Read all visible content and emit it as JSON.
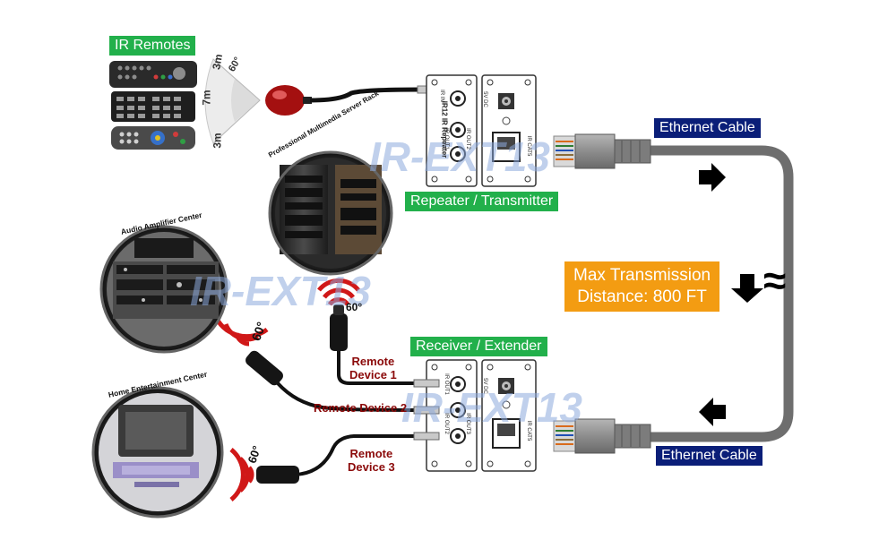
{
  "labels": {
    "ir_remotes": "IR Remotes",
    "repeater_transmitter": "Repeater / Transmitter",
    "receiver_extender": "Receiver / Extender",
    "ethernet_cable_top": "Ethernet Cable",
    "ethernet_cable_bottom": "Ethernet Cable",
    "max_transmission_line1": "Max Transmission",
    "max_transmission_line2": "Distance: 800 FT",
    "approx_symbol": "≈"
  },
  "devices": {
    "remote_device_1_line1": "Remote",
    "remote_device_1_line2": "Device 1",
    "remote_device_2": "Remote Device 2",
    "remote_device_3_line1": "Remote",
    "remote_device_3_line2": "Device 3"
  },
  "centers": {
    "professional": "Professional Multimedia Server Rack",
    "audio": "Audio Amplifier Center",
    "home": "Home Entertainment Center"
  },
  "range": {
    "dist_3m_top": "3m",
    "dist_7m": "7m",
    "dist_3m_bottom": "3m",
    "angle_remote": "60°",
    "angle_rack": "60°",
    "angle_audio": "60°",
    "angle_home": "60°"
  },
  "watermarks": {
    "top": "IR-EXT13",
    "mid": "IR-EXT13",
    "bottom": "IR-EXT13"
  },
  "panel_text": {
    "tx_ir_in": "IR IN",
    "tx_ir_out1": "IR OUT1",
    "tx_ir_out2": "IR OUT2",
    "tx_model": "IR12 IR Repeater",
    "tx_dc": "5V DC",
    "tx_cat5": "IR CAT5",
    "rx_ir_out1": "IR OUT1",
    "rx_ir_out2": "IR OUT2",
    "rx_ir_out3": "IR OUT3",
    "rx_dc": "5V DC",
    "rx_cat5": "IR CAT5"
  },
  "colors": {
    "green_label": "#22b04b",
    "navy_label": "#0a1e78",
    "orange_label": "#f39c12",
    "cable_gray": "#6e6e6e",
    "ir_red": "#d01818"
  }
}
